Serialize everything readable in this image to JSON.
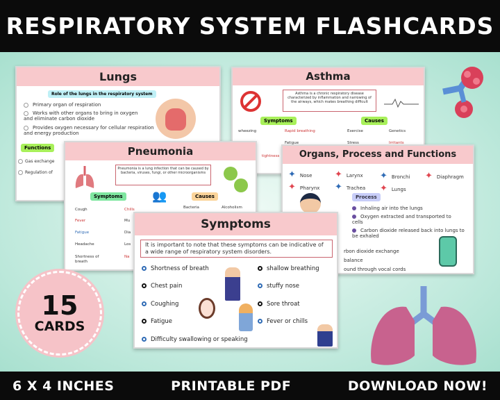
{
  "title": "RESPIRATORY SYSTEM FLASHCARDS",
  "footer": {
    "size": "6 X 4 INCHES",
    "format": "PRINTABLE PDF",
    "cta": "DOWNLOAD NOW!"
  },
  "badge": {
    "count": "15",
    "label": "CARDS"
  },
  "colors": {
    "header_pink": "#f8c9cc",
    "bar": "#0b0b0b",
    "background": "#bfe9dc"
  },
  "lungs_card": {
    "title": "Lungs",
    "subtitle": "Role of the lungs in the respiratory system",
    "items": [
      "Primary organ of respiration",
      "Works with other organs to bring in oxygen and eliminate carbon dioxide",
      "Provides oxygen necessary for cellular respiration and energy production"
    ],
    "functions_tag": "Functions",
    "functions": [
      "Gas exchange",
      "Regulation of"
    ]
  },
  "asthma_card": {
    "title": "Asthma",
    "definition": "Asthma is a chronic respiratory disease characterized by inflammation and narrowing of the airways, which makes breathing difficult",
    "symptoms_tag": "Symptoms",
    "causes_tag": "Causes",
    "items": [
      "wheezing",
      "Rapid breathing",
      "Exercise",
      "Genetics",
      "Fatigue",
      "Stress",
      "Irritants"
    ],
    "partial": "tightness"
  },
  "organs_card": {
    "title": "Organs, Process and Functions",
    "organs": [
      "Nose",
      "Larynx",
      "Bronchi",
      "Diaphragm",
      "Pharynx",
      "Trachea",
      "Lungs"
    ],
    "process_tag": "Process",
    "process": [
      "Inhaling air into the lungs",
      "Oxygen extracted and transported to cells",
      "Carbon dioxide released back into lungs to be exhaled"
    ],
    "functions_partial": [
      "rbon dioxide exchange",
      "balance",
      "ound through vocal cords"
    ]
  },
  "pneumonia_card": {
    "title": "Pneumonia",
    "definition": "Pneumonia is a lung infection that can be caused by bacteria, viruses, fungi, or other microorganisms",
    "symptoms_tag": "Symptoms",
    "causes_tag": "Causes",
    "symptoms": [
      "Cough",
      "Fever",
      "Fatigue",
      "Headache",
      "Shortness of breath"
    ],
    "col2": [
      "Chills",
      "Mu",
      "Dia",
      "Los",
      "Na"
    ],
    "causes": [
      "Bacteria",
      "Alcoholism"
    ]
  },
  "symptoms_card": {
    "title": "Symptoms",
    "note": "It is important to note that these symptoms can be indicative of a wide range of respiratory system disorders.",
    "left": [
      "Shortness of breath",
      "Chest pain",
      "Coughing",
      "Fatigue",
      "Difficulty swallowing or speaking"
    ],
    "right": [
      "shallow breathing",
      "stuffy nose",
      "Sore throat",
      "Fever or chills"
    ]
  }
}
